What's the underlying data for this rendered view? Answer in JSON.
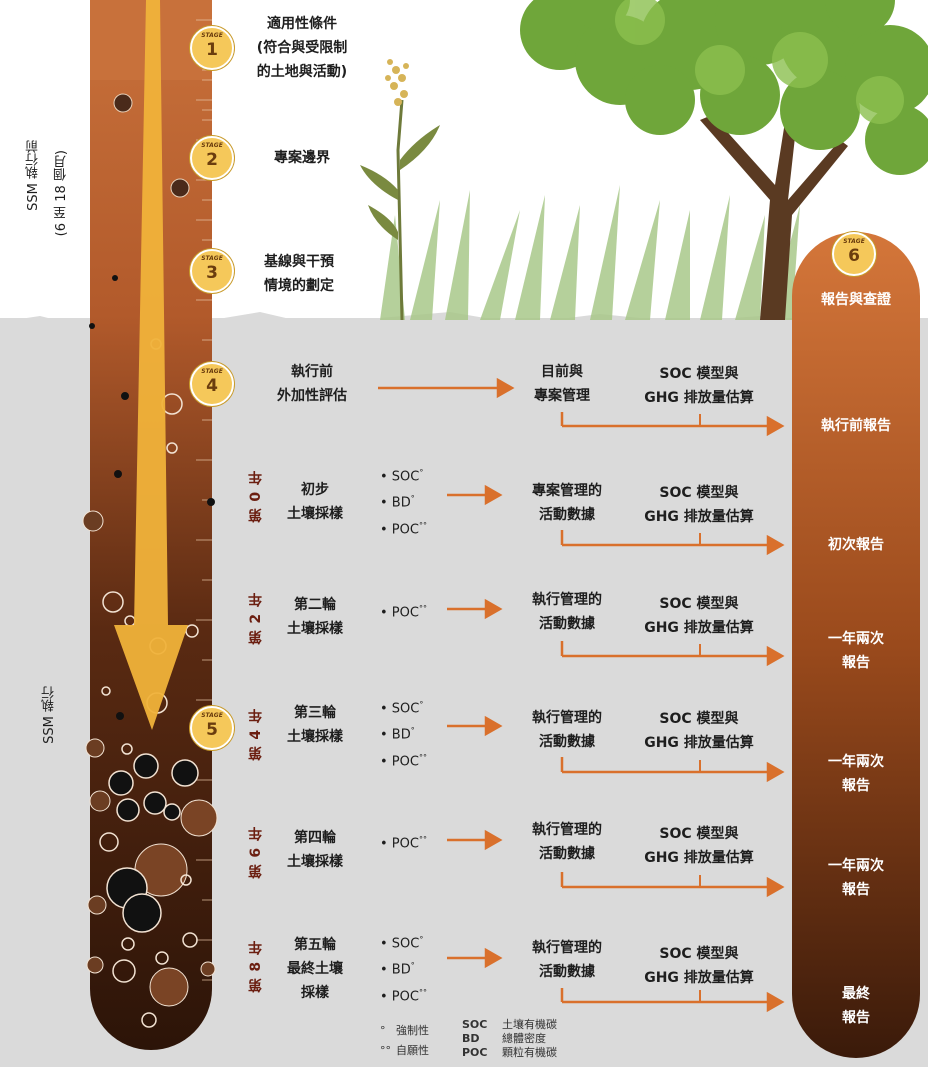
{
  "colors": {
    "soil_top": "#c8713b",
    "soil_bottom": "#2c1408",
    "arrow": "#f0b23a",
    "orange_arrow": "#d9702c",
    "badge": "#f5c85a",
    "ground": "#dadada"
  },
  "side_labels": {
    "pre": "SSM 執行前",
    "pre_sub": "(6 至 18 個月)",
    "during": "SSM 執行"
  },
  "stages": [
    {
      "stage_word": "STAGE",
      "num": "1",
      "lines": [
        "適用性條件",
        "(符合與受限制",
        "的土地與活動)"
      ]
    },
    {
      "stage_word": "STAGE",
      "num": "2",
      "lines": [
        "專案邊界"
      ]
    },
    {
      "stage_word": "STAGE",
      "num": "3",
      "lines": [
        "基線與干預",
        "情境的劃定"
      ]
    },
    {
      "stage_word": "STAGE",
      "num": "4",
      "lines": [
        "執行前",
        "外加性評估"
      ]
    },
    {
      "stage_word": "STAGE",
      "num": "5"
    },
    {
      "stage_word": "STAGE",
      "num": "6",
      "lines": [
        "報告與查證"
      ]
    }
  ],
  "rows": [
    {
      "year": "",
      "name": [
        "執行前",
        "外加性評估"
      ],
      "measures": [],
      "data": [
        "目前與",
        "專案管理"
      ],
      "model": [
        "SOC 模型與",
        "GHG 排放量估算"
      ],
      "report": [
        "執行前報告"
      ]
    },
    {
      "year": "第 0 年",
      "name": [
        "初步",
        "土壤採樣"
      ],
      "measures": [
        {
          "label": "• SOC",
          "mark": "°"
        },
        {
          "label": "• BD",
          "mark": "°"
        },
        {
          "label": "• POC",
          "mark": "°°"
        }
      ],
      "data": [
        "專案管理的",
        "活動數據"
      ],
      "model": [
        "SOC 模型與",
        "GHG 排放量估算"
      ],
      "report": [
        "初次報告"
      ]
    },
    {
      "year": "第 2 年",
      "name": [
        "第二輪",
        "土壤採樣"
      ],
      "measures": [
        {
          "label": "• POC",
          "mark": "°°"
        }
      ],
      "data": [
        "執行管理的",
        "活動數據"
      ],
      "model": [
        "SOC 模型與",
        "GHG 排放量估算"
      ],
      "report": [
        "一年兩次",
        "報告"
      ]
    },
    {
      "year": "第 4 年",
      "name": [
        "第三輪",
        "土壤採樣"
      ],
      "measures": [
        {
          "label": "• SOC",
          "mark": "°"
        },
        {
          "label": "• BD",
          "mark": "°"
        },
        {
          "label": "• POC",
          "mark": "°°"
        }
      ],
      "data": [
        "執行管理的",
        "活動數據"
      ],
      "model": [
        "SOC 模型與",
        "GHG 排放量估算"
      ],
      "report": [
        "一年兩次",
        "報告"
      ]
    },
    {
      "year": "第 6 年",
      "name": [
        "第四輪",
        "土壤採樣"
      ],
      "measures": [
        {
          "label": "• POC",
          "mark": "°°"
        }
      ],
      "data": [
        "執行管理的",
        "活動數據"
      ],
      "model": [
        "SOC 模型與",
        "GHG 排放量估算"
      ],
      "report": [
        "一年兩次",
        "報告"
      ]
    },
    {
      "year": "第 8 年",
      "name": [
        "第五輪",
        "最終土壤",
        "採樣"
      ],
      "measures": [
        {
          "label": "• SOC",
          "mark": "°"
        },
        {
          "label": "• BD",
          "mark": "°"
        },
        {
          "label": "• POC",
          "mark": "°°"
        }
      ],
      "data": [
        "執行管理的",
        "活動數據"
      ],
      "model": [
        "SOC 模型與",
        "GHG 排放量估算"
      ],
      "report": [
        "最終",
        "報告"
      ]
    }
  ],
  "legend": {
    "mark1": "°",
    "mark1_label": "強制性",
    "mark2": "°°",
    "mark2_label": "自願性",
    "abbr": [
      {
        "k": "SOC",
        "v": "土壤有機碳"
      },
      {
        "k": "BD",
        "v": "總體密度"
      },
      {
        "k": "POC",
        "v": "顆粒有機碳"
      }
    ]
  }
}
